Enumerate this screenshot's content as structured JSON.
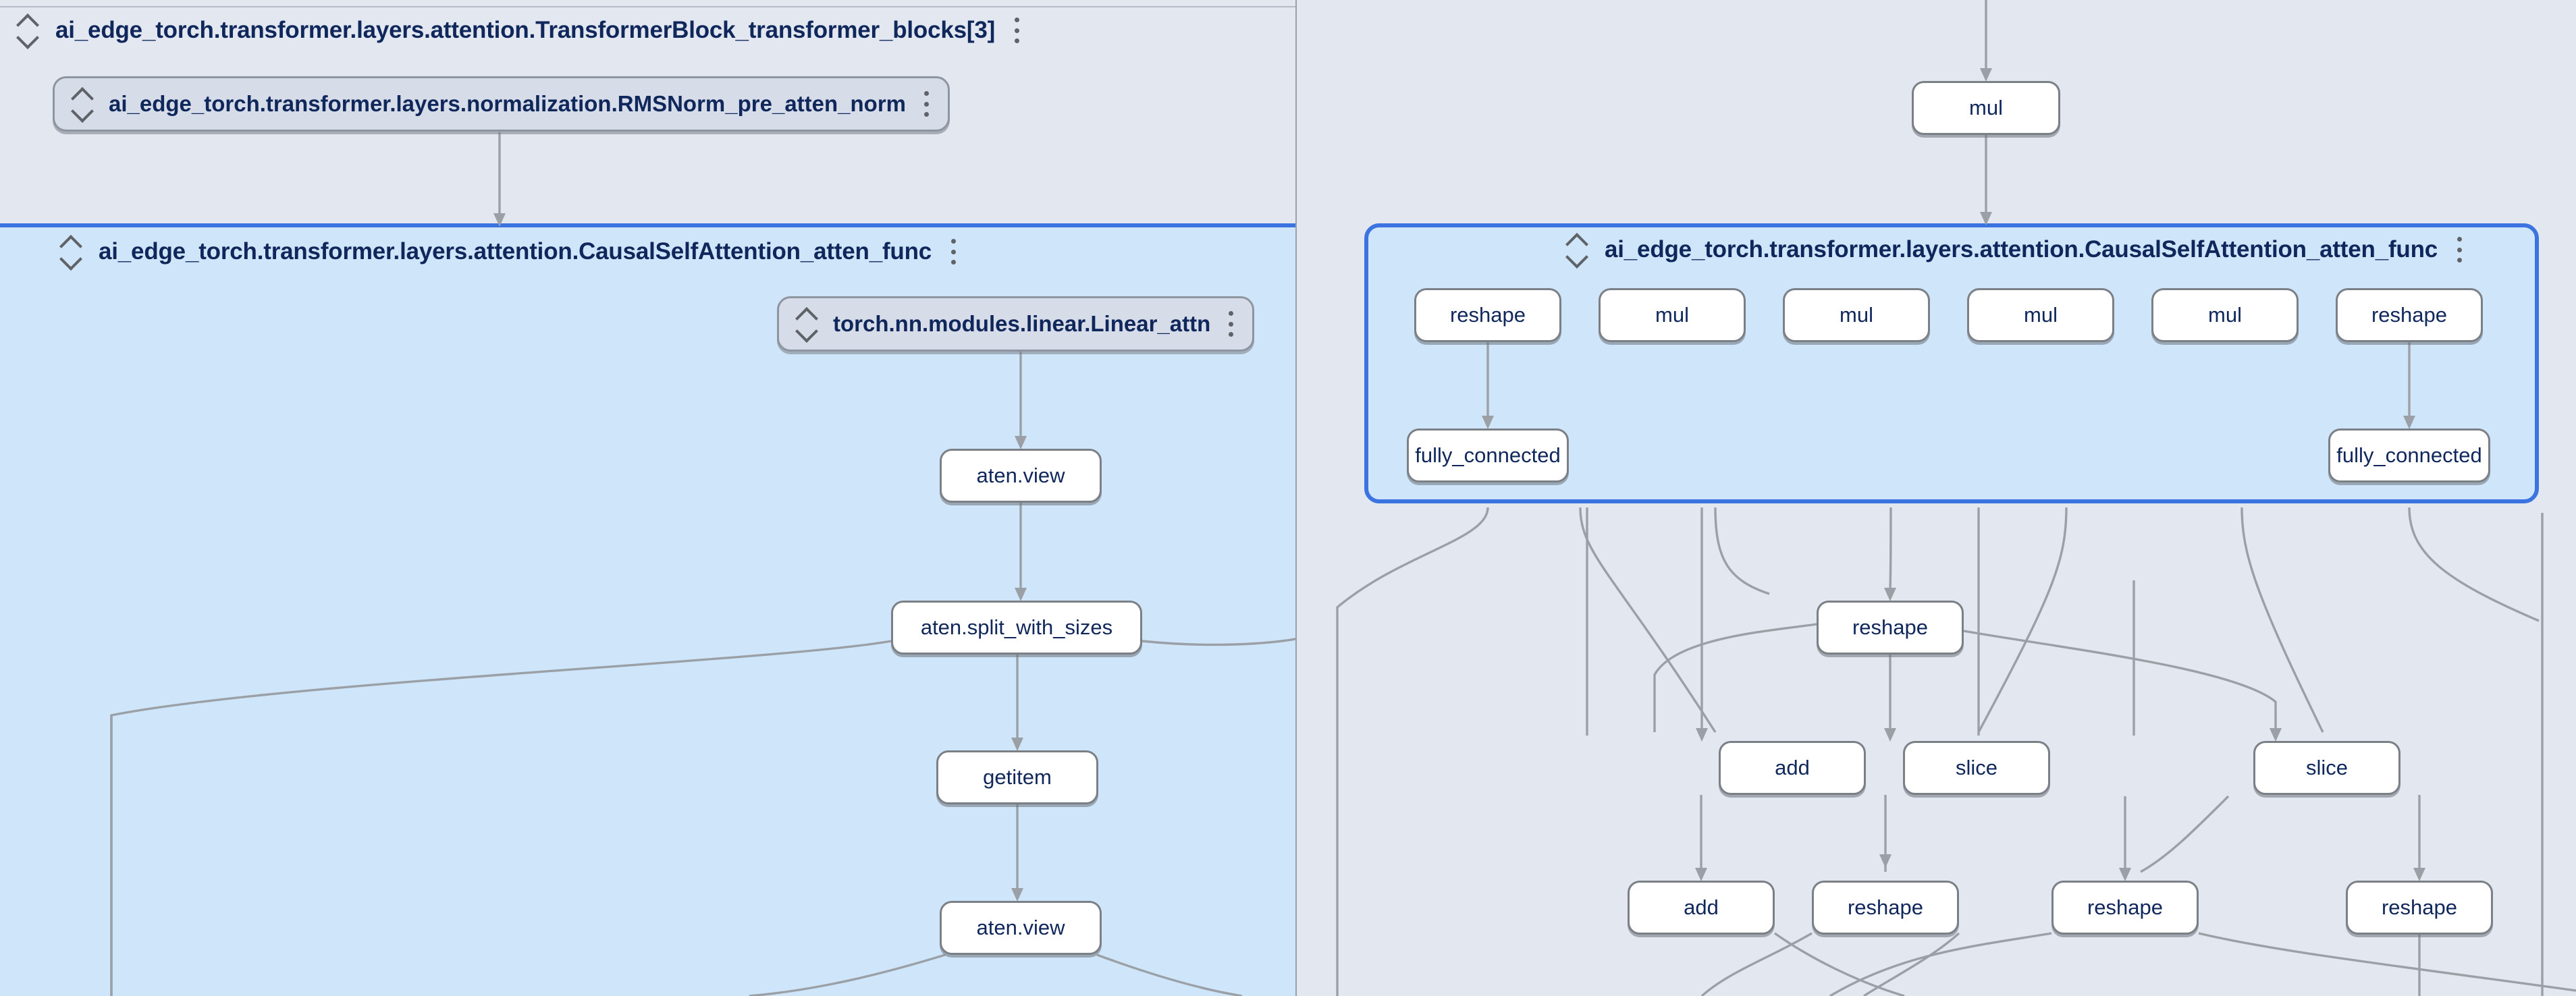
{
  "app": {
    "name": "model-explorer-graph-viewer",
    "background_color": "#e2e7f0"
  },
  "colors": {
    "panel_background": "#e2e7f0",
    "selected_group_background": "#cfe6fa",
    "selected_group_border": "#3b73e0",
    "node_fill": "#ffffff",
    "node_border": "#7b7f86",
    "node_text": "#10275c",
    "edge_stroke": "#9aa0a6",
    "pill_fill": "#d6dce8",
    "divider": "#9aa0a6"
  },
  "left_panel": {
    "name": "left-graph-pane",
    "groups": [
      {
        "id": "transformer-block",
        "title": "ai_edge_torch.transformer.layers.attention.TransformerBlock_transformer_blocks[3]",
        "expand_icon": "expand-collapse-icon",
        "menu_icon": "more-options-icon",
        "state": "expanded"
      },
      {
        "id": "causal-self-attention",
        "title": "ai_edge_torch.transformer.layers.attention.CausalSelfAttention_atten_func",
        "expand_icon": "expand-collapse-icon",
        "menu_icon": "more-options-icon",
        "state": "expanded-selected"
      }
    ],
    "layer_pills": [
      {
        "id": "rms-norm-pre-atten",
        "label": "ai_edge_torch.transformer.layers.normalization.RMSNorm_pre_atten_norm",
        "expand_icon": "expand-collapse-icon",
        "menu_icon": "more-options-icon"
      },
      {
        "id": "linear-attn",
        "label": "torch.nn.modules.linear.Linear_attn",
        "expand_icon": "expand-collapse-icon",
        "menu_icon": "more-options-icon"
      }
    ],
    "op_nodes": [
      {
        "id": "l-aten-view-1",
        "label": "aten.view"
      },
      {
        "id": "l-split-with-sizes",
        "label": "aten.split_with_sizes"
      },
      {
        "id": "l-getitem",
        "label": "getitem"
      },
      {
        "id": "l-aten-view-2",
        "label": "aten.view"
      },
      {
        "id": "l-aten-view-3",
        "label": "aten.view"
      }
    ]
  },
  "right_panel": {
    "name": "right-graph-pane",
    "groups": [
      {
        "id": "causal-self-attention-right",
        "title": "ai_edge_torch.transformer.layers.attention.CausalSelfAttention_atten_func",
        "expand_icon": "expand-collapse-icon",
        "menu_icon": "more-options-icon",
        "state": "expanded-selected-boxed"
      }
    ],
    "op_nodes": [
      {
        "id": "r-mul-top",
        "label": "mul"
      },
      {
        "id": "r-reshape-1",
        "label": "reshape"
      },
      {
        "id": "r-mul-1",
        "label": "mul"
      },
      {
        "id": "r-mul-2",
        "label": "mul"
      },
      {
        "id": "r-mul-3",
        "label": "mul"
      },
      {
        "id": "r-mul-4",
        "label": "mul"
      },
      {
        "id": "r-reshape-2",
        "label": "reshape"
      },
      {
        "id": "r-fc-1",
        "label": "fully_connected"
      },
      {
        "id": "r-fc-2",
        "label": "fully_connected"
      },
      {
        "id": "r-reshape-3",
        "label": "reshape"
      },
      {
        "id": "r-add-1",
        "label": "add"
      },
      {
        "id": "r-slice-1",
        "label": "slice"
      },
      {
        "id": "r-slice-2",
        "label": "slice"
      },
      {
        "id": "r-add-2",
        "label": "add"
      },
      {
        "id": "r-reshape-4",
        "label": "reshape"
      },
      {
        "id": "r-reshape-5",
        "label": "reshape"
      },
      {
        "id": "r-reshape-6",
        "label": "reshape"
      }
    ]
  }
}
